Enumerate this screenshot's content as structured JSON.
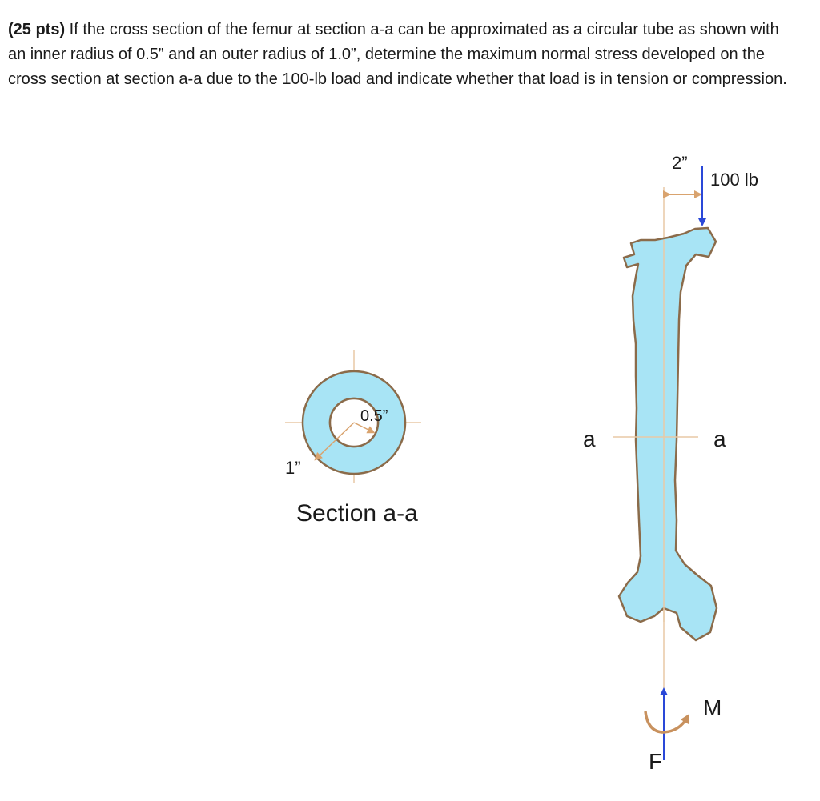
{
  "problem": {
    "points": "(25 pts)",
    "text": " If the cross section of the femur at section a-a can be approximated as a circular tube as shown with an inner radius of 0.5” and an outer radius of 1.0”, determine the maximum normal stress developed on the cross section at section a-a due to the 100-lb load and indicate whether that load is in tension or compression."
  },
  "cross_section": {
    "inner_radius_label": "0.5”",
    "outer_radius_label": "1”",
    "caption": "Section a-a"
  },
  "femur": {
    "offset_label": "2”",
    "load_label": "100 lb",
    "section_label_left": "a",
    "section_label_right": "a",
    "moment_label": "M",
    "force_label": "F"
  },
  "colors": {
    "bone_fill": "#a8e4f5",
    "outline": "#8b6b4a",
    "guide_line": "#e8c9a6",
    "dim_arrow": "#d9a36e",
    "load_arrow": "#2a48d8",
    "moment_arrow": "#c8915e"
  }
}
